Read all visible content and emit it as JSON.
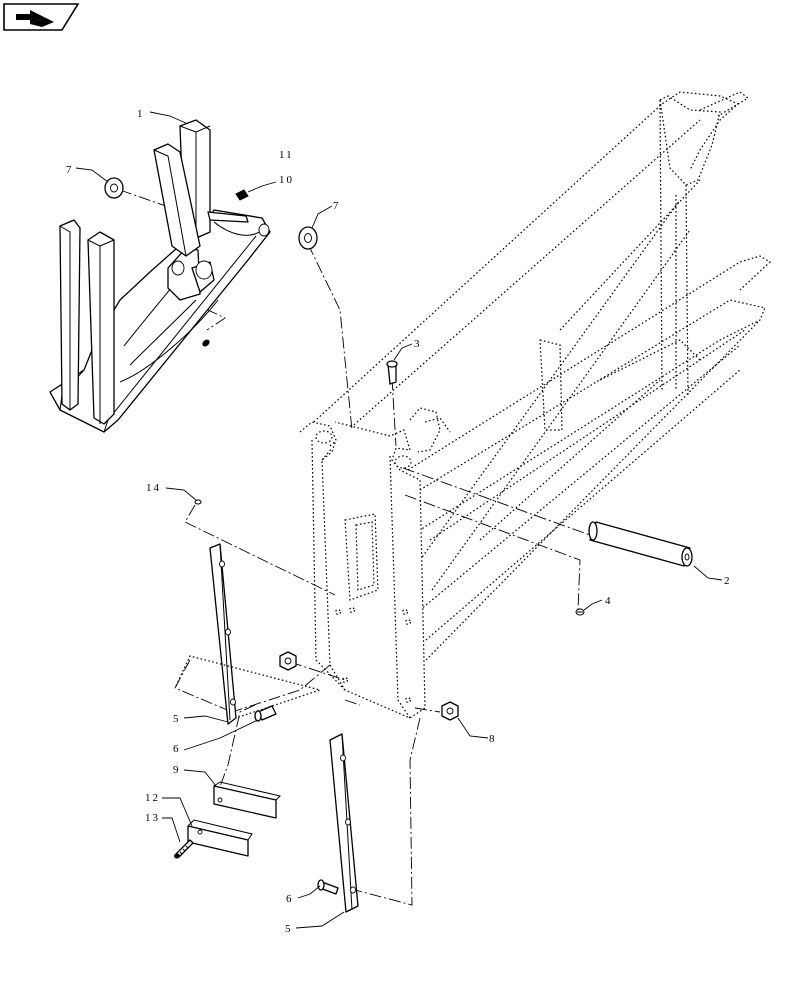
{
  "callouts": {
    "c1": "1",
    "c2": "2",
    "c3": "3",
    "c4": "4",
    "c5a": "5",
    "c5b": "5",
    "c6a": "6",
    "c6b": "6",
    "c7a": "7",
    "c7b": "7",
    "c8": "8",
    "c9": "9",
    "c10": "10",
    "c11": "11",
    "c12": "12",
    "c13": "13",
    "c14": "14"
  },
  "icons": {
    "corner_badge": "return-arrow-icon"
  }
}
